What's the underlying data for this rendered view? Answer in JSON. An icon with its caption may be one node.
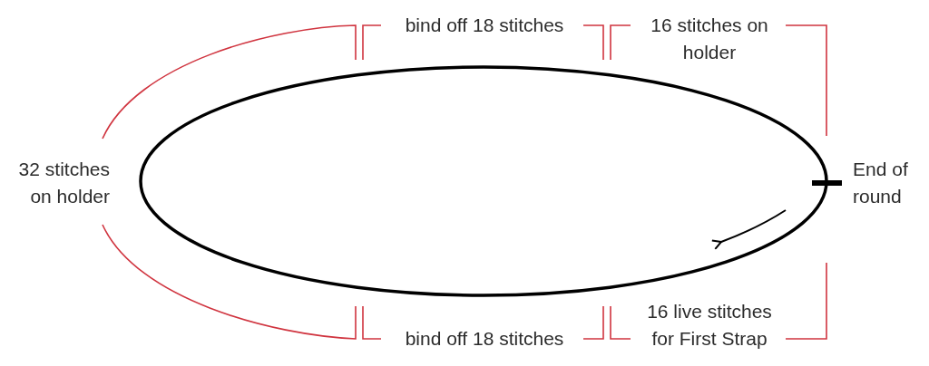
{
  "diagram": {
    "labels": [
      "bind off 18 stitches",
      "16 stitches on holder",
      "32 stitches on holder",
      "End of round",
      "bind off 18 stitches",
      "16 live stitches for First Strap"
    ]
  }
}
